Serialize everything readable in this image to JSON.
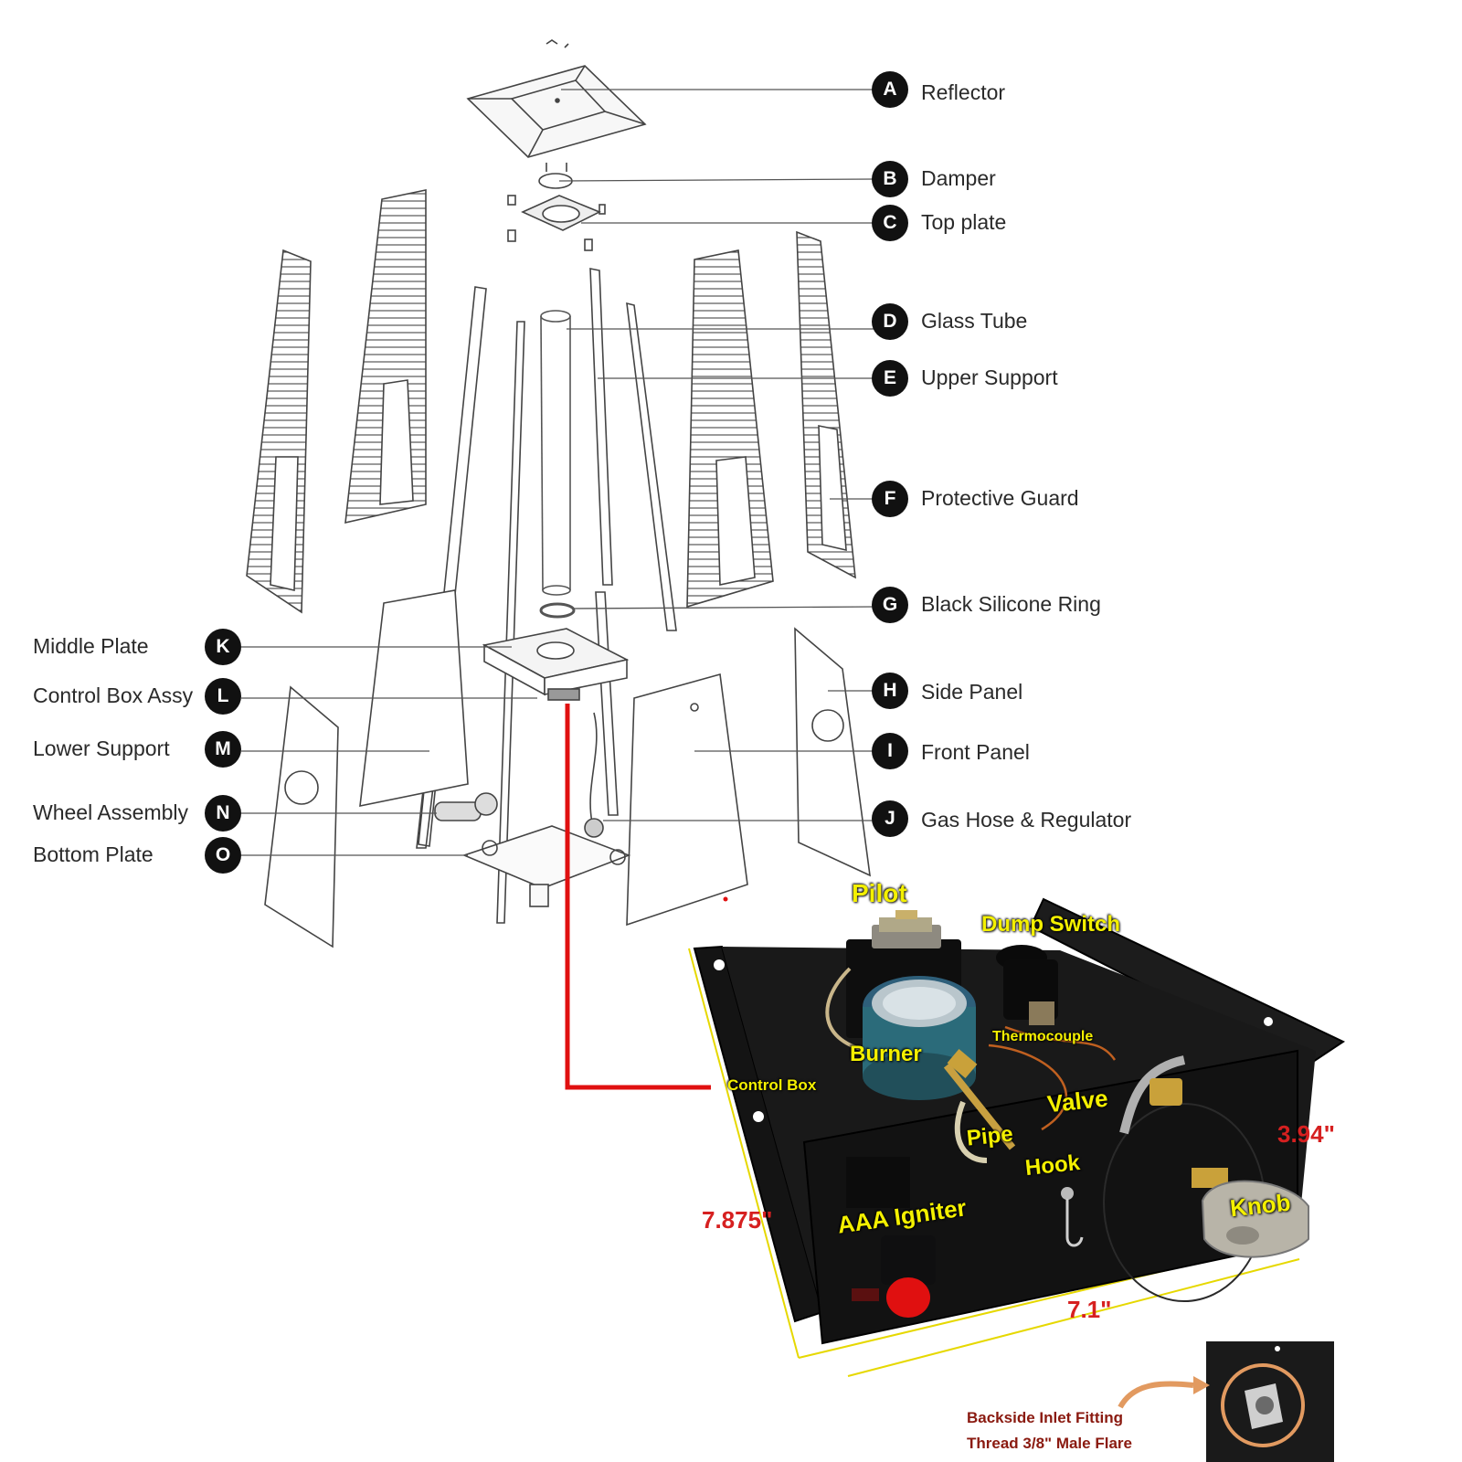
{
  "parts_right": [
    {
      "letter": "A",
      "name": "Reflector"
    },
    {
      "letter": "B",
      "name": "Damper"
    },
    {
      "letter": "C",
      "name": "Top plate"
    },
    {
      "letter": "D",
      "name": "Glass Tube"
    },
    {
      "letter": "E",
      "name": "Upper Support"
    },
    {
      "letter": "F",
      "name": "Protective Guard"
    },
    {
      "letter": "G",
      "name": "Black Silicone Ring"
    },
    {
      "letter": "H",
      "name": "Side Panel"
    },
    {
      "letter": "I",
      "name": "Front Panel"
    },
    {
      "letter": "J",
      "name": "Gas Hose & Regulator"
    }
  ],
  "parts_left": [
    {
      "letter": "K",
      "name": "Middle Plate"
    },
    {
      "letter": "L",
      "name": "Control Box Assy"
    },
    {
      "letter": "M",
      "name": "Lower Support"
    },
    {
      "letter": "N",
      "name": "Wheel Assembly"
    },
    {
      "letter": "O",
      "name": "Bottom Plate"
    }
  ],
  "control_box_labels": {
    "pilot": "Pilot",
    "dump_switch": "Dump Switch",
    "thermocouple": "Thermocouple",
    "burner": "Burner",
    "control_box": "Control Box",
    "valve": "Valve",
    "pipe": "Pipe",
    "hook": "Hook",
    "knob": "Knob",
    "igniter": "AAA Igniter"
  },
  "dimensions": {
    "height": "3.94\"",
    "depth": "7.875\"",
    "width": "7.1\""
  },
  "inlet_note": {
    "line1": "Backside Inlet Fitting",
    "line2": "Thread 3/8\" Male Flare"
  },
  "colors": {
    "badge": "#111111",
    "callout_line": "#e01010",
    "label_yellow": "#f4f000",
    "dimension_red": "#d62020",
    "box_black": "#151515"
  }
}
